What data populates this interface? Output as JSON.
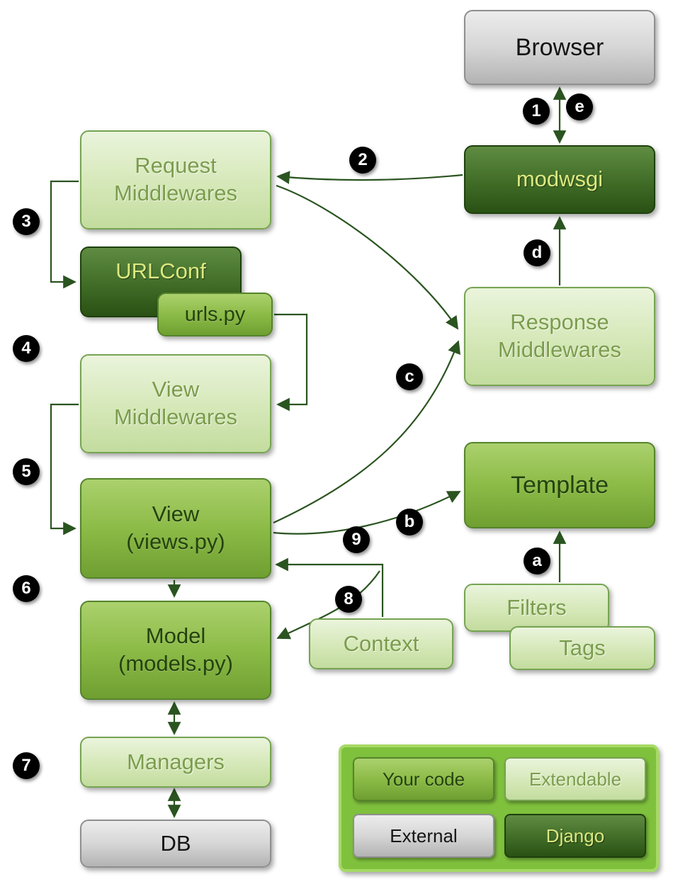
{
  "boxes": {
    "browser": "Browser",
    "modwsgi": "modwsgi",
    "request_middlewares": "Request Middlewares",
    "urlconf": "URLConf",
    "urls_py": "urls.py",
    "response_middlewares": "Response Middlewares",
    "view_middlewares": "View Middlewares",
    "view_title": "View",
    "view_sub": "(views.py)",
    "template": "Template",
    "model_title": "Model",
    "model_sub": "(models.py)",
    "context": "Context",
    "filters": "Filters",
    "tags": "Tags",
    "managers": "Managers",
    "db": "DB"
  },
  "steps": {
    "s1": "1",
    "s2": "2",
    "s3": "3",
    "s4": "4",
    "s5": "5",
    "s6": "6",
    "s7": "7",
    "s8": "8",
    "s9": "9",
    "sa": "a",
    "sb": "b",
    "sc": "c",
    "sd": "d",
    "se": "e"
  },
  "legend": {
    "your_code": "Your code",
    "extendable": "Extendable",
    "external": "External",
    "django": "Django"
  },
  "colors": {
    "django_dark": "#2e5418",
    "your_code_green": "#7fae3f",
    "extendable_light": "#d9e9c2",
    "external_gray": "#c9c9c9",
    "legend_bg": "#7fc13d",
    "arrow": "#2a5420",
    "marker_bg": "#000000",
    "marker_text": "#ffffff"
  }
}
